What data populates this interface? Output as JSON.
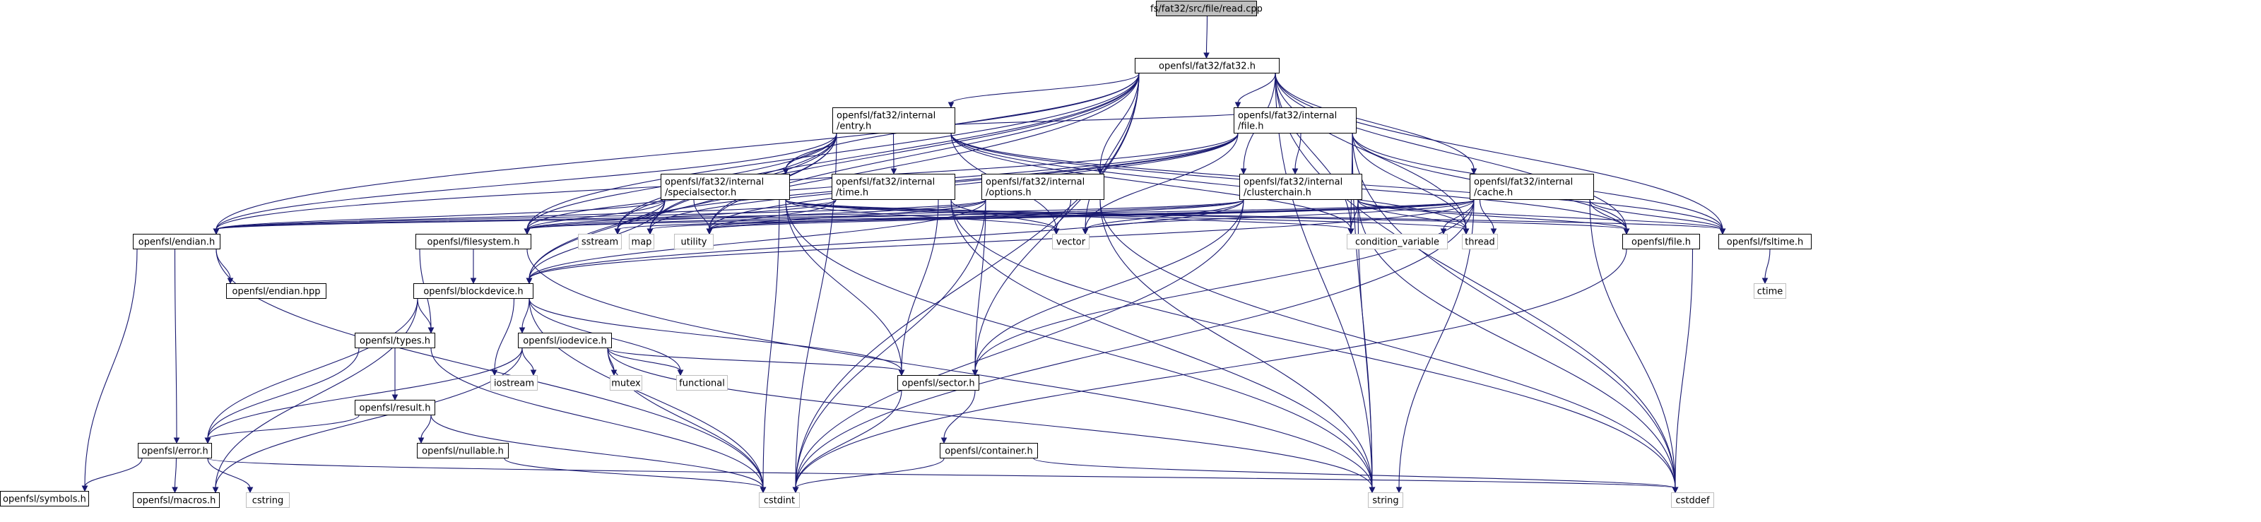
{
  "diagram": {
    "nodes": [
      {
        "id": "root",
        "lines": [
          "fs/fat32/src/file/read.cpp"
        ],
        "kind": "root"
      },
      {
        "id": "fat32",
        "lines": [
          "openfsl/fat32/fat32.h"
        ],
        "kind": "local"
      },
      {
        "id": "entry",
        "lines": [
          "openfsl/fat32/internal",
          "/entry.h"
        ],
        "kind": "local"
      },
      {
        "id": "ifile",
        "lines": [
          "openfsl/fat32/internal",
          "/file.h"
        ],
        "kind": "local"
      },
      {
        "id": "special",
        "lines": [
          "openfsl/fat32/internal",
          "/specialsector.h"
        ],
        "kind": "local"
      },
      {
        "id": "itime",
        "lines": [
          "openfsl/fat32/internal",
          "/time.h"
        ],
        "kind": "local"
      },
      {
        "id": "options",
        "lines": [
          "openfsl/fat32/internal",
          "/options.h"
        ],
        "kind": "local"
      },
      {
        "id": "cluster",
        "lines": [
          "openfsl/fat32/internal",
          "/clusterchain.h"
        ],
        "kind": "local"
      },
      {
        "id": "cache",
        "lines": [
          "openfsl/fat32/internal",
          "/cache.h"
        ],
        "kind": "local"
      },
      {
        "id": "endian",
        "lines": [
          "openfsl/endian.h"
        ],
        "kind": "local"
      },
      {
        "id": "filesystem",
        "lines": [
          "openfsl/filesystem.h"
        ],
        "kind": "local"
      },
      {
        "id": "sstream",
        "lines": [
          "sstream"
        ],
        "kind": "system"
      },
      {
        "id": "map",
        "lines": [
          "map"
        ],
        "kind": "system"
      },
      {
        "id": "utility",
        "lines": [
          "utility"
        ],
        "kind": "system"
      },
      {
        "id": "vector",
        "lines": [
          "vector"
        ],
        "kind": "system"
      },
      {
        "id": "condvar",
        "lines": [
          "condition_variable"
        ],
        "kind": "system"
      },
      {
        "id": "thread",
        "lines": [
          "thread"
        ],
        "kind": "system"
      },
      {
        "id": "file",
        "lines": [
          "openfsl/file.h"
        ],
        "kind": "local"
      },
      {
        "id": "fsltime",
        "lines": [
          "openfsl/fsltime.h"
        ],
        "kind": "local"
      },
      {
        "id": "ctime",
        "lines": [
          "ctime"
        ],
        "kind": "system"
      },
      {
        "id": "endianhpp",
        "lines": [
          "openfsl/endian.hpp"
        ],
        "kind": "local"
      },
      {
        "id": "blockdevice",
        "lines": [
          "openfsl/blockdevice.h"
        ],
        "kind": "local"
      },
      {
        "id": "types",
        "lines": [
          "openfsl/types.h"
        ],
        "kind": "local"
      },
      {
        "id": "iodevice",
        "lines": [
          "openfsl/iodevice.h"
        ],
        "kind": "local"
      },
      {
        "id": "iostream",
        "lines": [
          "iostream"
        ],
        "kind": "system"
      },
      {
        "id": "mutex",
        "lines": [
          "mutex"
        ],
        "kind": "system"
      },
      {
        "id": "functional",
        "lines": [
          "functional"
        ],
        "kind": "system"
      },
      {
        "id": "sector",
        "lines": [
          "openfsl/sector.h"
        ],
        "kind": "local"
      },
      {
        "id": "result",
        "lines": [
          "openfsl/result.h"
        ],
        "kind": "local"
      },
      {
        "id": "nullable",
        "lines": [
          "openfsl/nullable.h"
        ],
        "kind": "local"
      },
      {
        "id": "container",
        "lines": [
          "openfsl/container.h"
        ],
        "kind": "local"
      },
      {
        "id": "error",
        "lines": [
          "openfsl/error.h"
        ],
        "kind": "local"
      },
      {
        "id": "symbols",
        "lines": [
          "openfsl/symbols.h"
        ],
        "kind": "local"
      },
      {
        "id": "macros",
        "lines": [
          "openfsl/macros.h"
        ],
        "kind": "local"
      },
      {
        "id": "cstring",
        "lines": [
          "cstring"
        ],
        "kind": "system"
      },
      {
        "id": "cstdint",
        "lines": [
          "cstdint"
        ],
        "kind": "system"
      },
      {
        "id": "string",
        "lines": [
          "string"
        ],
        "kind": "system"
      },
      {
        "id": "cstddef",
        "lines": [
          "cstddef"
        ],
        "kind": "system"
      }
    ],
    "edges": [
      [
        "root",
        "fat32"
      ],
      [
        "fat32",
        "entry"
      ],
      [
        "fat32",
        "ifile"
      ],
      [
        "fat32",
        "special"
      ],
      [
        "fat32",
        "options"
      ],
      [
        "fat32",
        "cluster"
      ],
      [
        "fat32",
        "cache"
      ],
      [
        "fat32",
        "endian"
      ],
      [
        "fat32",
        "filesystem"
      ],
      [
        "fat32",
        "sstream"
      ],
      [
        "fat32",
        "map"
      ],
      [
        "fat32",
        "utility"
      ],
      [
        "fat32",
        "vector"
      ],
      [
        "fat32",
        "condvar"
      ],
      [
        "fat32",
        "thread"
      ],
      [
        "fat32",
        "file"
      ],
      [
        "fat32",
        "fsltime"
      ],
      [
        "fat32",
        "blockdevice"
      ],
      [
        "fat32",
        "sector"
      ],
      [
        "fat32",
        "cstdint"
      ],
      [
        "fat32",
        "string"
      ],
      [
        "fat32",
        "cstddef"
      ],
      [
        "entry",
        "itime"
      ],
      [
        "entry",
        "special"
      ],
      [
        "entry",
        "endian"
      ],
      [
        "entry",
        "filesystem"
      ],
      [
        "entry",
        "sstream"
      ],
      [
        "entry",
        "map"
      ],
      [
        "entry",
        "utility"
      ],
      [
        "entry",
        "vector"
      ],
      [
        "entry",
        "condvar"
      ],
      [
        "entry",
        "thread"
      ],
      [
        "entry",
        "file"
      ],
      [
        "entry",
        "fsltime"
      ],
      [
        "entry",
        "blockdevice"
      ],
      [
        "entry",
        "cstdint"
      ],
      [
        "ifile",
        "cluster"
      ],
      [
        "ifile",
        "entry"
      ],
      [
        "ifile",
        "filesystem"
      ],
      [
        "ifile",
        "sstream"
      ],
      [
        "ifile",
        "map"
      ],
      [
        "ifile",
        "utility"
      ],
      [
        "ifile",
        "vector"
      ],
      [
        "ifile",
        "condvar"
      ],
      [
        "ifile",
        "thread"
      ],
      [
        "ifile",
        "file"
      ],
      [
        "ifile",
        "fsltime"
      ],
      [
        "ifile",
        "cstddef"
      ],
      [
        "ifile",
        "string"
      ],
      [
        "ifile",
        "endian"
      ],
      [
        "special",
        "endian"
      ],
      [
        "special",
        "filesystem"
      ],
      [
        "special",
        "sstream"
      ],
      [
        "special",
        "map"
      ],
      [
        "special",
        "utility"
      ],
      [
        "special",
        "vector"
      ],
      [
        "special",
        "condvar"
      ],
      [
        "special",
        "thread"
      ],
      [
        "special",
        "file"
      ],
      [
        "special",
        "fsltime"
      ],
      [
        "special",
        "blockdevice"
      ],
      [
        "special",
        "sector"
      ],
      [
        "special",
        "string"
      ],
      [
        "special",
        "cstdint"
      ],
      [
        "itime",
        "endian"
      ],
      [
        "itime",
        "filesystem"
      ],
      [
        "itime",
        "utility"
      ],
      [
        "itime",
        "sector"
      ],
      [
        "itime",
        "string"
      ],
      [
        "itime",
        "cstddef"
      ],
      [
        "itime",
        "vector"
      ],
      [
        "options",
        "sector"
      ],
      [
        "options",
        "cstdint"
      ],
      [
        "options",
        "string"
      ],
      [
        "options",
        "utility"
      ],
      [
        "options",
        "vector"
      ],
      [
        "options",
        "filesystem"
      ],
      [
        "options",
        "blockdevice"
      ],
      [
        "options",
        "cstddef"
      ],
      [
        "options",
        "endian"
      ],
      [
        "cluster",
        "sector"
      ],
      [
        "cluster",
        "cstdint"
      ],
      [
        "cluster",
        "string"
      ],
      [
        "cluster",
        "vector"
      ],
      [
        "cluster",
        "utility"
      ],
      [
        "cluster",
        "condvar"
      ],
      [
        "cluster",
        "thread"
      ],
      [
        "cluster",
        "file"
      ],
      [
        "cluster",
        "fsltime"
      ],
      [
        "cluster",
        "endian"
      ],
      [
        "cluster",
        "filesystem"
      ],
      [
        "cluster",
        "blockdevice"
      ],
      [
        "cluster",
        "cstddef"
      ],
      [
        "cache",
        "sector"
      ],
      [
        "cache",
        "cstdint"
      ],
      [
        "cache",
        "string"
      ],
      [
        "cache",
        "vector"
      ],
      [
        "cache",
        "utility"
      ],
      [
        "cache",
        "condvar"
      ],
      [
        "cache",
        "thread"
      ],
      [
        "cache",
        "file"
      ],
      [
        "cache",
        "fsltime"
      ],
      [
        "cache",
        "blockdevice"
      ],
      [
        "cache",
        "map"
      ],
      [
        "cache",
        "cstddef"
      ],
      [
        "cache",
        "endian"
      ],
      [
        "cache",
        "filesystem"
      ],
      [
        "cache",
        "sstream"
      ],
      [
        "endian",
        "endianhpp"
      ],
      [
        "endian",
        "symbols"
      ],
      [
        "endian",
        "error"
      ],
      [
        "endian",
        "cstdint"
      ],
      [
        "filesystem",
        "blockdevice"
      ],
      [
        "filesystem",
        "types"
      ],
      [
        "filesystem",
        "string"
      ],
      [
        "file",
        "cstdint"
      ],
      [
        "file",
        "cstddef"
      ],
      [
        "fsltime",
        "ctime"
      ],
      [
        "blockdevice",
        "types"
      ],
      [
        "blockdevice",
        "iodevice"
      ],
      [
        "blockdevice",
        "iostream"
      ],
      [
        "blockdevice",
        "functional"
      ],
      [
        "blockdevice",
        "sector"
      ],
      [
        "blockdevice",
        "error"
      ],
      [
        "blockdevice",
        "cstdint"
      ],
      [
        "blockdevice",
        "macros"
      ],
      [
        "types",
        "result"
      ],
      [
        "types",
        "error"
      ],
      [
        "types",
        "cstdint"
      ],
      [
        "iodevice",
        "iostream"
      ],
      [
        "iodevice",
        "mutex"
      ],
      [
        "iodevice",
        "functional"
      ],
      [
        "iodevice",
        "sector"
      ],
      [
        "iodevice",
        "error"
      ],
      [
        "iodevice",
        "cstdint"
      ],
      [
        "iodevice",
        "macros"
      ],
      [
        "iodevice",
        "string"
      ],
      [
        "sector",
        "container"
      ],
      [
        "sector",
        "cstdint"
      ],
      [
        "result",
        "nullable"
      ],
      [
        "result",
        "error"
      ],
      [
        "result",
        "cstdint"
      ],
      [
        "nullable",
        "cstdint"
      ],
      [
        "container",
        "cstdint"
      ],
      [
        "container",
        "cstddef"
      ],
      [
        "error",
        "symbols"
      ],
      [
        "error",
        "macros"
      ],
      [
        "error",
        "cstring"
      ],
      [
        "error",
        "cstddef"
      ]
    ]
  }
}
